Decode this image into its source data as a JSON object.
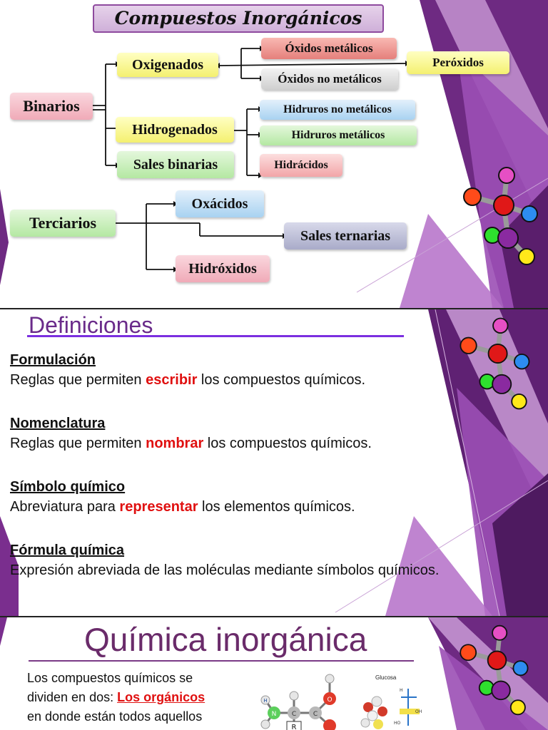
{
  "slide1": {
    "title": "Compuestos Inorgánicos",
    "binarios": "Binarios",
    "oxigenados": "Oxigenados",
    "oxidos_metalicos": "Óxidos metálicos",
    "oxidos_no_metalicos": "Óxidos no metálicos",
    "peroxidos": "Peróxidos",
    "hidrogenados": "Hidrogenados",
    "hidruros_no_metalicos": "Hidruros no metálicos",
    "hidruros_metalicos": "Hidruros metálicos",
    "hidracidos": "Hidrácidos",
    "sales_binarias": "Sales binarias",
    "terciarios": "Terciarios",
    "oxacidos": "Oxácidos",
    "sales_ternarias": "Sales ternarias",
    "hidroxidos": "Hidróxidos"
  },
  "slide2": {
    "title": "Definiciones",
    "definitions": [
      {
        "term": "Formulación",
        "before": "Reglas que permiten ",
        "highlight": "escribir",
        "after": " los compuestos químicos."
      },
      {
        "term": "Nomenclatura",
        "before": "Reglas que permiten ",
        "highlight": "nombrar",
        "after": " los compuestos químicos."
      },
      {
        "term": "Símbolo químico",
        "before": "Abreviatura para ",
        "highlight": "representar",
        "after": " los elementos químicos."
      },
      {
        "term": "Fórmula química",
        "before": "Expresión abreviada de las moléculas mediante símbolos químicos.",
        "highlight": "",
        "after": ""
      }
    ]
  },
  "slide3": {
    "title": "Química inorgánica",
    "line1": "Los compuestos químicos se",
    "line2_before": "dividen en dos: ",
    "line2_highlight": "Los orgánicos",
    "line3": "en donde están todos aquellos",
    "glucosa_label": "Glucosa",
    "aa_labels": {
      "h": "H",
      "n": "N",
      "c": "C",
      "o": "O",
      "r": "R",
      "c2": "C"
    }
  },
  "colors": {
    "purple_dark": "#5b1f6b",
    "purple_mid": "#8e3fa6",
    "purple_light": "#c79ad6",
    "accent_red": "#e01010",
    "title_purple": "#6a2b8a"
  },
  "icons": [
    "molecule-icon",
    "amino-acid-icon",
    "glucose-icon"
  ]
}
